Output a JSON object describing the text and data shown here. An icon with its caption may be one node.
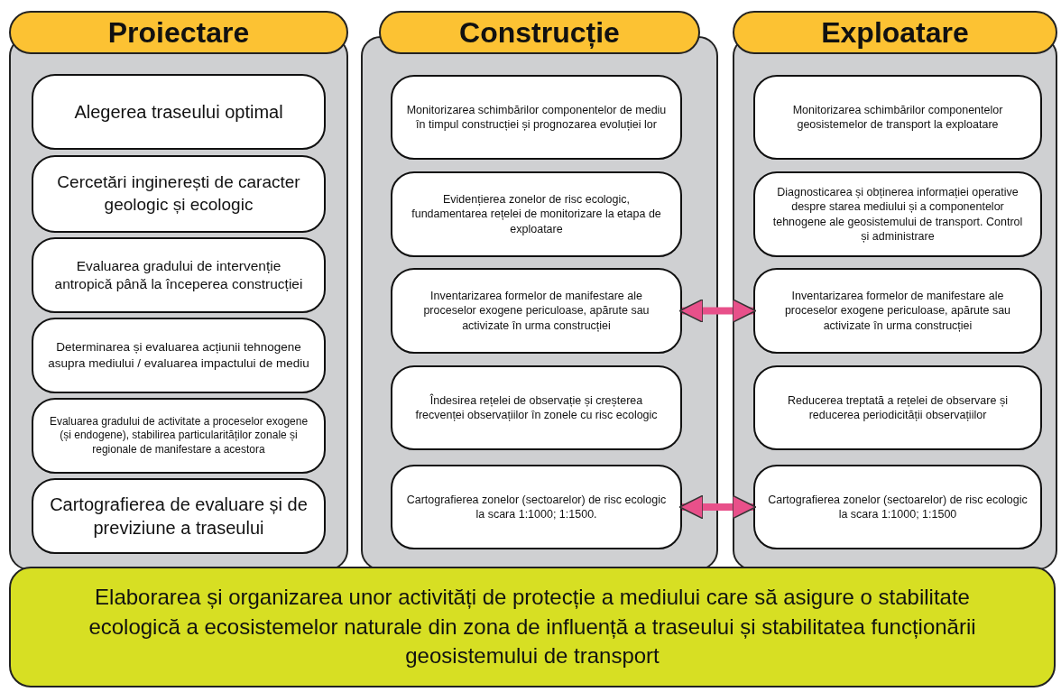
{
  "diagram": {
    "nodes": [
      {
        "text": [
          "Proiectare"
        ]
      },
      {
        "text": [
          "Alegerea traseului optimal"
        ],
        "in": 0
      },
      {
        "text": [
          "Cercetări inginerești de caracter geologic și ecologic"
        ],
        "in": 0
      },
      {
        "text": [
          "Evaluarea gradului de intervenție antropică  până la începerea construcției"
        ],
        "in": 0
      },
      {
        "text": [
          "Determinarea și evaluarea acțiunii tehnogene asupra mediului / evaluarea impactului de mediu"
        ],
        "in": 0
      },
      {
        "text": [
          "Evaluarea gradului de activitate a proceselor exogene (și endogene), stabilirea particularităților zonale și regionale de manifestare a acestora"
        ],
        "in": 0
      },
      {
        "text": [
          "Cartografierea de evaluare și de previziune a traseului"
        ],
        "in": 0
      },
      {
        "text": [
          "Construcție"
        ]
      },
      {
        "text": [
          "Monitorizarea schimbărilor componentelor de mediu în timpul construcției și prognozarea evoluției lor"
        ],
        "in": 7
      },
      {
        "text": [
          "Evidențierea zonelor de risc ecologic, fundamentarea rețelei de monitorizare la etapa de exploatare"
        ],
        "in": 7
      },
      {
        "text": [
          "Inventarizarea formelor de manifestare ale proceselor exogene periculoase, apărute sau activizate în urma construcției"
        ],
        "in": 7
      },
      {
        "text": [
          "Îndesirea rețelei de observație și creșterea frecvenței observațiilor în zonele cu risc ecologic"
        ],
        "in": 7
      },
      {
        "text": [
          "Cartografierea zonelor (sectoarelor) de risc ecologic la scara 1:1000; 1:1500."
        ],
        "in": 7
      },
      {
        "text": [
          "Exploatare"
        ]
      },
      {
        "text": [
          "Monitorizarea schimbărilor componentelor geosistemelor de transport la exploatare"
        ],
        "in": 13
      },
      {
        "text": [
          "Diagnosticarea și obținerea informației operative despre starea mediului și a componentelor tehnogene ale geosistemului de transport. Control și administrare"
        ],
        "in": 13
      },
      {
        "text": [
          "Inventarizarea formelor de manifestare ale proceselor exogene periculoase, apărute sau activizate în urma construcției"
        ],
        "in": 13
      },
      {
        "text": [
          "Reducerea treptată a rețelei de observare și reducerea periodicității observațiilor"
        ],
        "in": 13
      },
      {
        "text": [
          "Cartografierea zonelor (sectoarelor) de risc ecologic la scara 1:1000; 1:1500"
        ],
        "in": 13
      },
      {
        "text": [
          "Elaborarea și organizarea unor activități de protecție a mediului care să asigure o stabilitate ecologică a ecosistemelor naturale din zona de influență a traseului și stabilitatea funcționării geosistemului de transport"
        ]
      }
    ],
    "edges": [
      {
        "from": 10,
        "to": 16,
        "arrow": "both"
      },
      {
        "from": 12,
        "to": 18,
        "arrow": "both"
      }
    ]
  }
}
